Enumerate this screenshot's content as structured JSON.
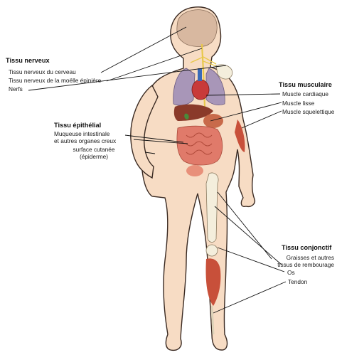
{
  "groups": {
    "nervous": {
      "title": "Tissu nerveux",
      "items": [
        "Tissu nerveux du cerveau",
        "Tissu nerveux de la moëlle épinière",
        "Nerfs"
      ]
    },
    "epithelial": {
      "title": "Tissu épithélial",
      "items": [
        "Muqueuse intestinale",
        "et autres organes creux",
        "surface cutanée",
        "(épiderme)"
      ]
    },
    "muscular": {
      "title": "Tissu musculaire",
      "items": [
        "Muscle cardiaque",
        "Muscle lisse",
        "Muscle squelettique"
      ]
    },
    "connective": {
      "title": "Tissu conjonctif",
      "items": [
        "Graisses et autres",
        "tissus de rembourage",
        "Os",
        "Tendon"
      ]
    }
  },
  "colors": {
    "skin": "#f7dcc4",
    "skin_outline": "#3a2a22",
    "brain": "#d8b8a0",
    "lung": "#a896b8",
    "heart": "#c83a3a",
    "liver": "#8a3a2a",
    "intestine": "#e07a6a",
    "muscle": "#c8503a",
    "bone": "#f4eedc",
    "nerve": "#e8c84a",
    "leader_line": "#111111"
  }
}
